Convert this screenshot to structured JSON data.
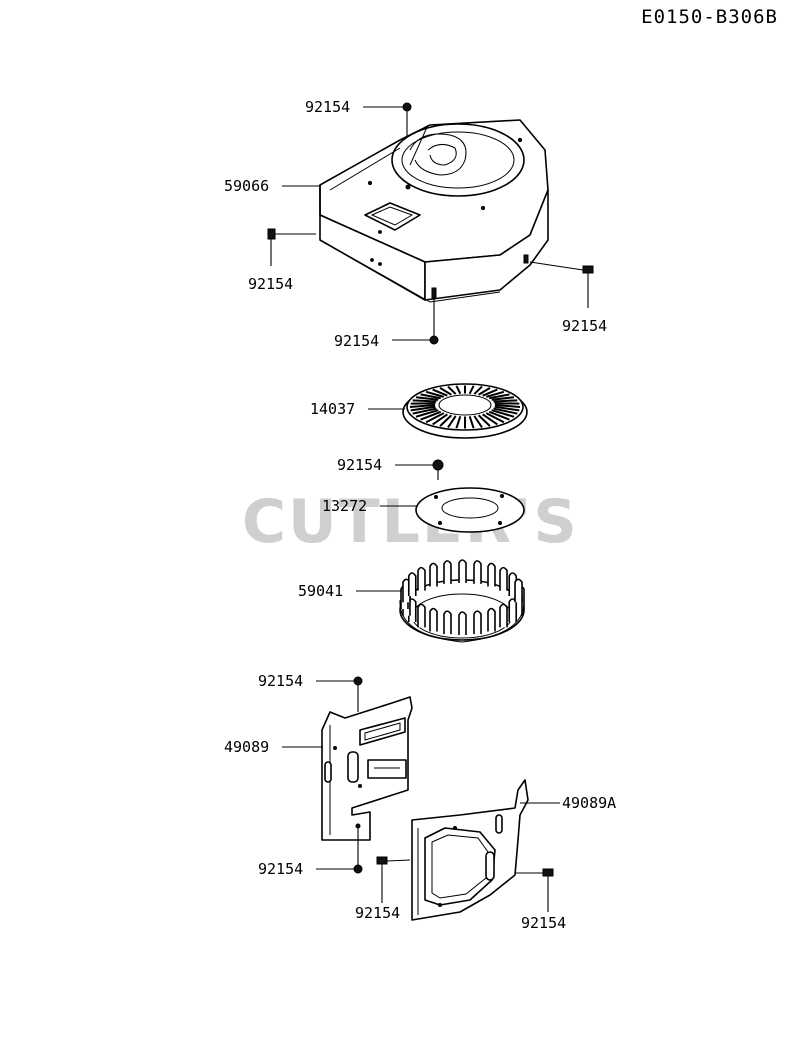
{
  "diagram": {
    "code": "E0150-B306B",
    "watermark": "CUTLER'S"
  },
  "callouts": {
    "c1": "92154",
    "c2": "59066",
    "c3": "92154",
    "c4": "92154",
    "c5": "92154",
    "c6": "14037",
    "c7": "92154",
    "c8": "13272",
    "c9": "59041",
    "c10": "92154",
    "c11": "49089",
    "c12": "49089A",
    "c13": "92154",
    "c14": "92154",
    "c15": "92154"
  }
}
